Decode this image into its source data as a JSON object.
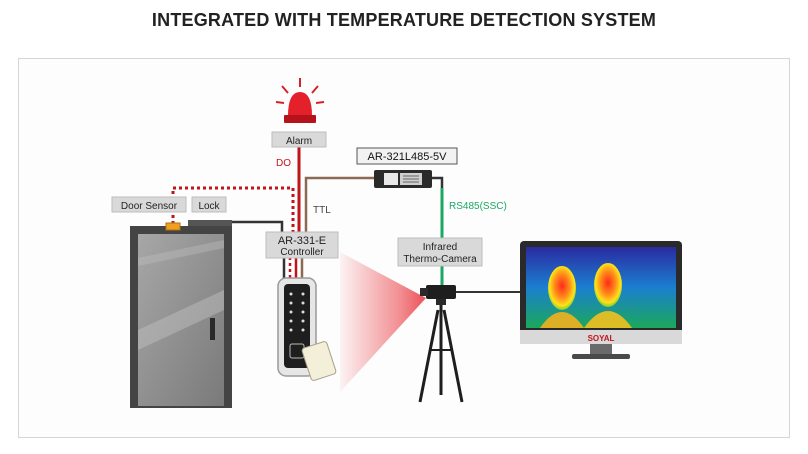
{
  "title": "INTEGRATED WITH TEMPERATURE DETECTION SYSTEM",
  "labels": {
    "alarm": "Alarm",
    "do": "DO",
    "converter": "AR-321L485-5V",
    "ttl": "TTL",
    "rs485": "RS485(SSC)",
    "door_sensor": "Door Sensor",
    "lock": "Lock",
    "controller_model": "AR-331-E",
    "controller_name": "Controller",
    "camera_line1": "Infrared",
    "camera_line2": "Thermo-Camera",
    "monitor_brand": "SOYAL"
  },
  "colors": {
    "red_line": "#c0141b",
    "green_line": "#1aa865",
    "brown_line": "#8a6a52",
    "dark_line": "#333333",
    "label_bg": "#d9d9d9",
    "door_frame": "#4a4a4a",
    "door_panel": "#8f8f8f"
  },
  "icons": [
    "alarm-beacon-icon",
    "converter-module-icon",
    "keypad-reader-icon",
    "rfid-card-icon",
    "tripod-icon",
    "thermal-camera-icon",
    "monitor-icon",
    "door-handle-icon"
  ]
}
